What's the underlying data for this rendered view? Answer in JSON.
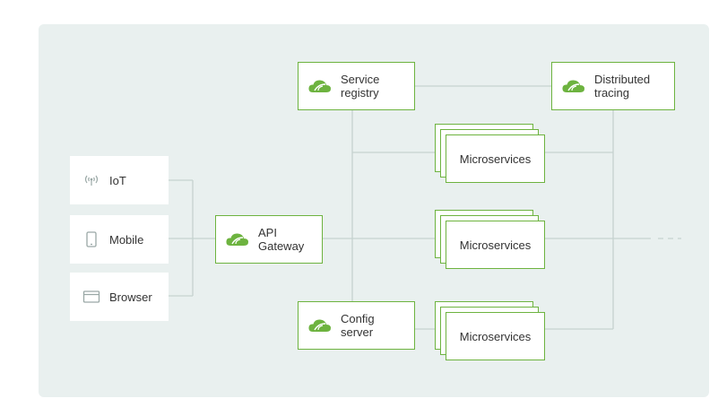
{
  "clients": [
    {
      "label": "IoT",
      "icon": "antenna-icon"
    },
    {
      "label": "Mobile",
      "icon": "mobile-phone-icon"
    },
    {
      "label": "Browser",
      "icon": "browser-window-icon"
    }
  ],
  "gateway": {
    "line1": "API",
    "line2": "Gateway"
  },
  "service_registry": {
    "line1": "Service",
    "line2": "registry"
  },
  "config_server": {
    "line1": "Config",
    "line2": "server"
  },
  "distributed_tracing": {
    "line1": "Distributed",
    "line2": "tracing"
  },
  "microservices": [
    "Microservices",
    "Microservices",
    "Microservices"
  ],
  "colors": {
    "accent": "#6db33f",
    "panel": "#e9f0ef",
    "line": "#c6d2cf"
  }
}
